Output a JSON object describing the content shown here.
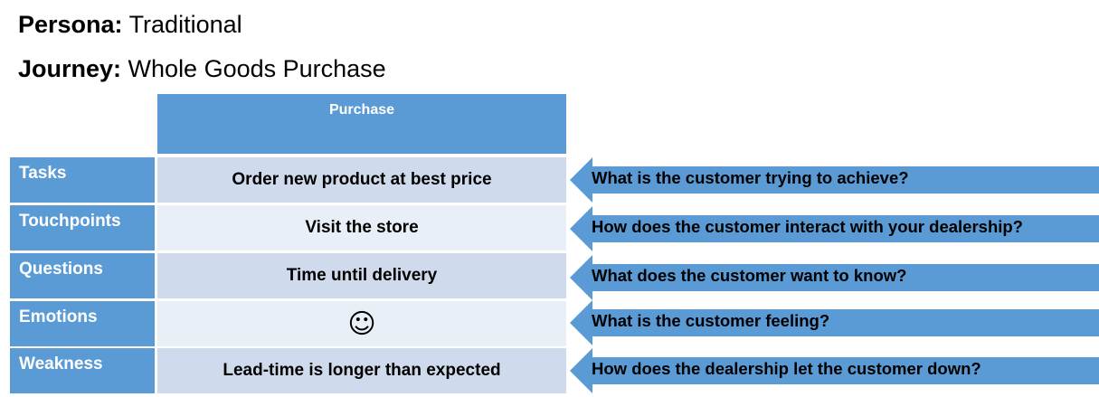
{
  "persona": {
    "label": "Persona:",
    "value": "Traditional"
  },
  "journey": {
    "label": "Journey:",
    "value": "Whole Goods Purchase"
  },
  "stage_header": "Purchase",
  "rows": [
    {
      "label": "Tasks",
      "value": "Order new product at best price",
      "question": "What is the customer trying to achieve?"
    },
    {
      "label": "Touchpoints",
      "value": "Visit the store",
      "question": "How does the customer interact with your dealership?"
    },
    {
      "label": "Questions",
      "value": "Time until delivery",
      "question": "What does the customer want to know?"
    },
    {
      "label": "Emotions",
      "value": "☺",
      "question": "What is the customer feeling?"
    },
    {
      "label": "Weakness",
      "value": "Lead-time is longer than expected",
      "question": "How does the dealership let the customer down?"
    }
  ],
  "colors": {
    "header_blue": "#5b9bd5",
    "row_dark": "#cfdbed",
    "row_light": "#e9eff7"
  }
}
